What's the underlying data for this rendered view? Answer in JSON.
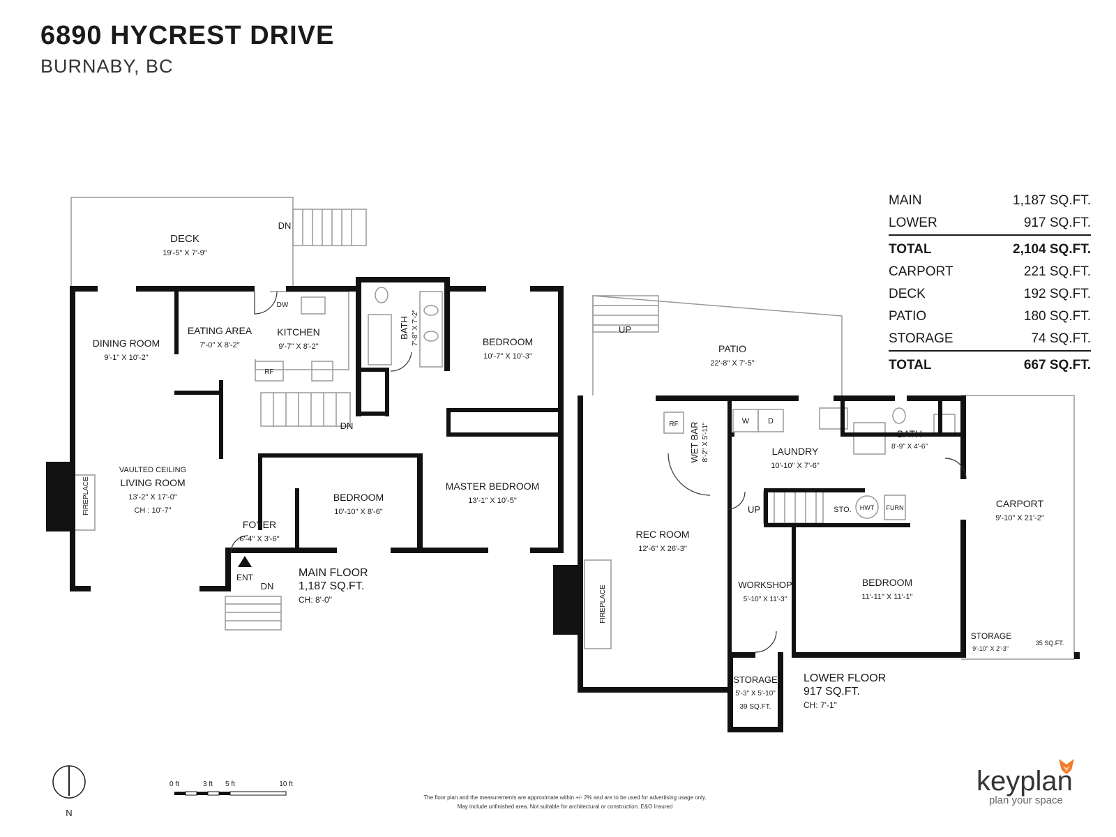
{
  "title": "6890  HYCREST DRIVE",
  "subtitle": "BURNABY, BC",
  "areas": [
    {
      "label": "MAIN",
      "value": "1,187 SQ.FT."
    },
    {
      "label": "LOWER",
      "value": "917 SQ.FT."
    },
    {
      "label": "TOTAL",
      "value": "2,104 SQ.FT."
    },
    {
      "label": "CARPORT",
      "value": "221 SQ.FT."
    },
    {
      "label": "DECK",
      "value": "192 SQ.FT."
    },
    {
      "label": "PATIO",
      "value": "180 SQ.FT."
    },
    {
      "label": "STORAGE",
      "value": "74 SQ.FT."
    },
    {
      "label": "TOTAL",
      "value": "667 SQ.FT."
    }
  ],
  "rooms": {
    "deck": {
      "name": "DECK",
      "dims": "19'-5\"  X  7'-9\""
    },
    "dining": {
      "name": "DINING ROOM",
      "dims": "9'-1\"  X  10'-2\""
    },
    "eating": {
      "name": "EATING AREA",
      "dims": "7'-0\"  X  8'-2\""
    },
    "kitchen": {
      "name": "KITCHEN",
      "dims": "9'-7\"  X  8'-2\""
    },
    "bath_main": {
      "name": "BATH",
      "dims": "7'-8\" X 7'-2\""
    },
    "bedroom1": {
      "name": "BEDROOM",
      "dims": "10'-7\"  X  10'-3\""
    },
    "living": {
      "note": "VAULTED CEILING",
      "name": "LIVING ROOM",
      "dims": "13'-2\"  X  17'-0\"",
      "ch": "CH : 10'-7\""
    },
    "bedroom2": {
      "name": "BEDROOM",
      "dims": "10'-10\"  X  8'-6\""
    },
    "master": {
      "name": "MASTER BEDROOM",
      "dims": "13'-1\"  X  10'-5\""
    },
    "foyer": {
      "name": "FOYER",
      "dims": "6'-4\"  X  3'-6\""
    },
    "patio": {
      "name": "PATIO",
      "dims": "22'-8\"  X  7'-5\""
    },
    "wetbar": {
      "name": "WET BAR",
      "dims": "8'-2\" X 5'-11\""
    },
    "laundry": {
      "name": "LAUNDRY",
      "dims": "10'-10\"  X  7'-6\""
    },
    "bath_lower": {
      "name": "BATH",
      "dims": "8'-9\" X 4'-6\""
    },
    "carport": {
      "name": "CARPORT",
      "dims": "9'-10\"  X  21'-2\""
    },
    "rec": {
      "name": "REC ROOM",
      "dims": "12'-6\"  X  26'-3\""
    },
    "workshop": {
      "name": "WORKSHOP",
      "dims": "5'-10\"  X  11'-3\""
    },
    "bedroom3": {
      "name": "BEDROOM",
      "dims": "11'-11\"  X  11'-1\""
    },
    "storage_small": {
      "name": "STORAGE",
      "dims": "9'-10\"  X  2'-3\"",
      "area": "35 SQ.FT."
    },
    "storage_lower": {
      "name": "STORAGE",
      "dims": "5'-3\" X 5'-10\"",
      "area": "39 SQ.FT."
    }
  },
  "fixtures": {
    "dw": "DW",
    "rf": "RF",
    "dn": "DN",
    "up": "UP",
    "fireplace": "FIREPLACE",
    "ent": "ENT",
    "w": "W",
    "d": "D",
    "sto": "STO.",
    "hwt": "HWT",
    "furn": "FURN"
  },
  "floors": {
    "main": {
      "name": "MAIN FLOOR",
      "area": "1,187 SQ.FT.",
      "ch": "CH: 8'-0\""
    },
    "lower": {
      "name": "LOWER FLOOR",
      "area": "917 SQ.FT.",
      "ch": "CH: 7'-1\""
    }
  },
  "compass": {
    "label": "N"
  },
  "scale": {
    "t0": "0 ft",
    "t3": "3 ft",
    "t5": "5 ft",
    "t10": "10 ft"
  },
  "disclaimer": {
    "line1": "The floor plan and the measurements are approximate within +/- 2% and are to be used for advertising usage only.",
    "line2": "May include unfinished area. Not suitable for architectural or construction. E&O Insured"
  },
  "logo": {
    "word": "keyplan",
    "tagline": "plan your space",
    "accent": "#f07c2c"
  }
}
